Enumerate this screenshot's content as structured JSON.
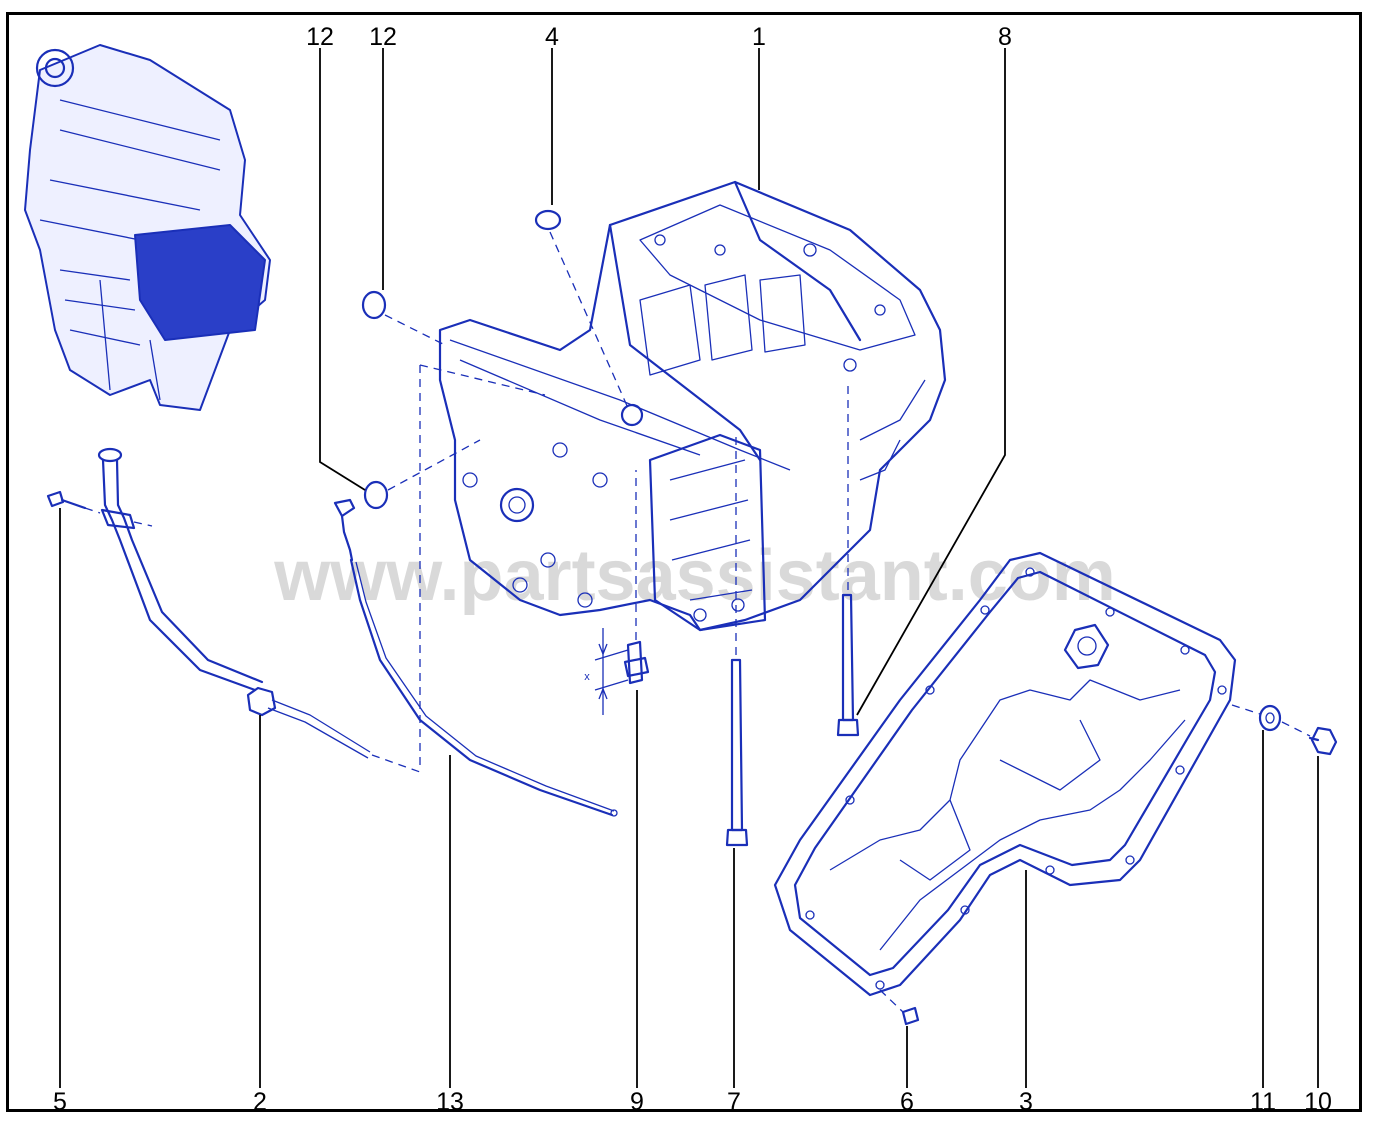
{
  "watermark": "www.partsassistant.com",
  "colors": {
    "line_art": "#1a2fb8",
    "labels": "#000000",
    "watermark": "#b9b9b9"
  },
  "dimension_label": "x",
  "callouts": {
    "top": [
      "12",
      "12",
      "4",
      "1",
      "8"
    ],
    "bottom": [
      "5",
      "2",
      "13",
      "9",
      "7",
      "6",
      "3",
      "11",
      "10"
    ]
  }
}
